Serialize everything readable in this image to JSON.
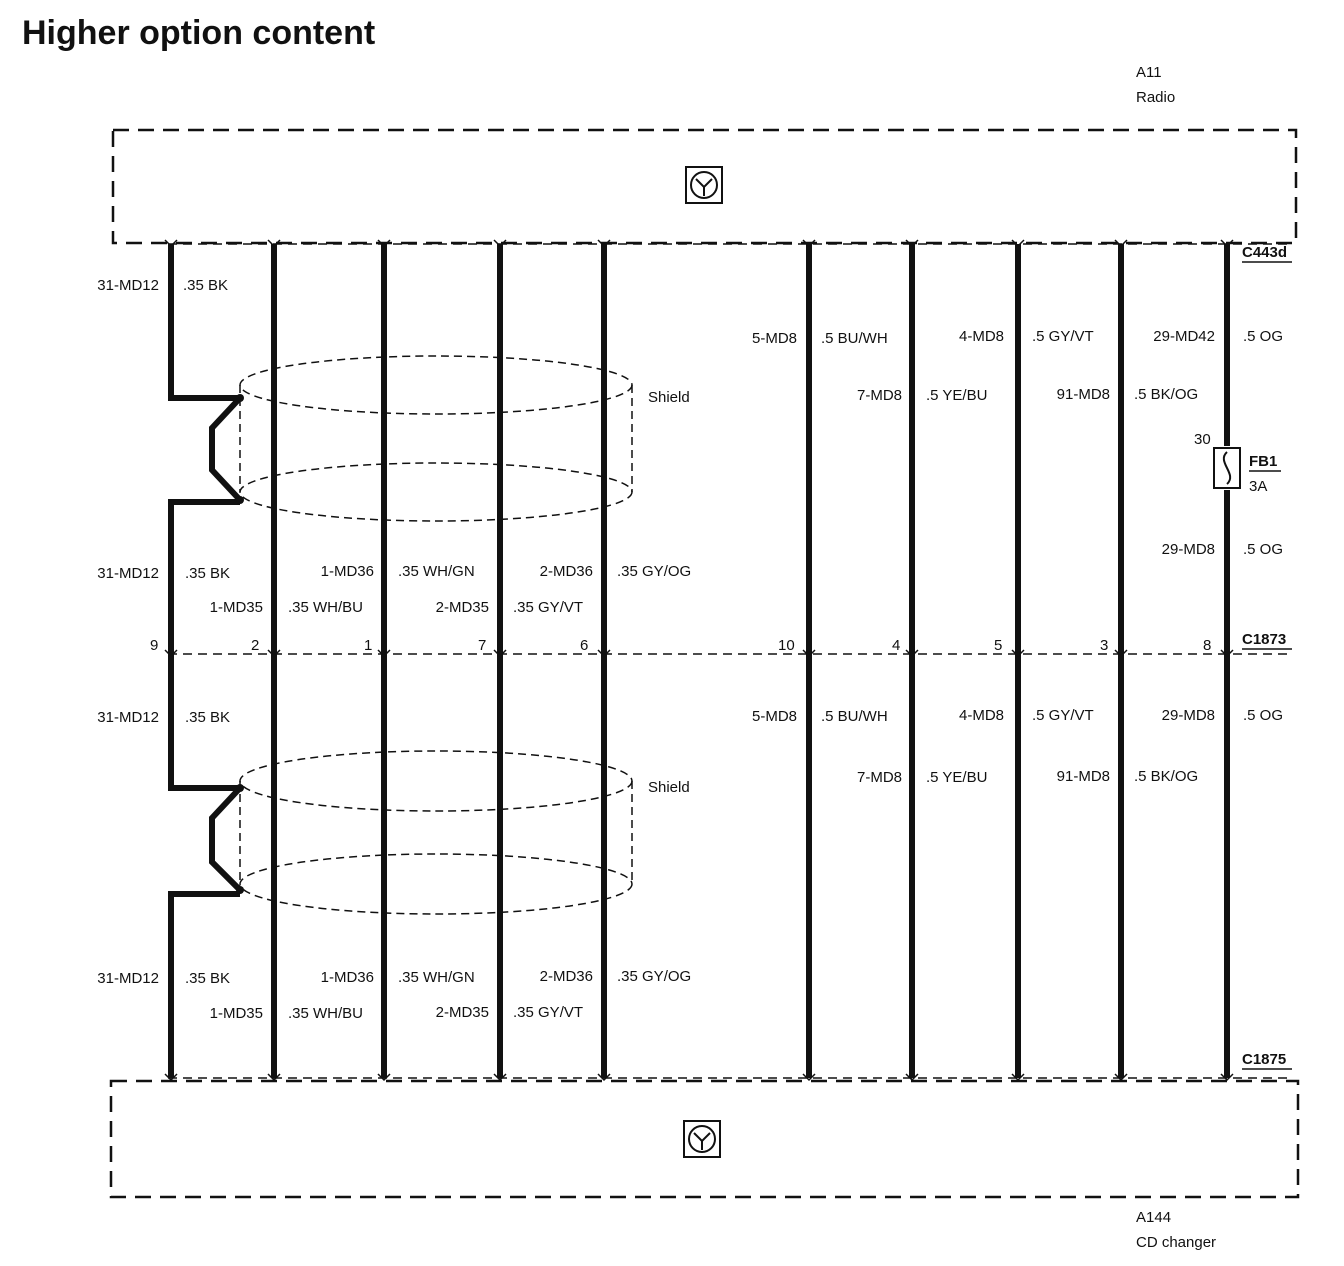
{
  "title": "Higher option content",
  "components": {
    "radio": {
      "id": "A11",
      "name": "Radio"
    },
    "cd_changer": {
      "id": "A144",
      "name": "CD changer"
    }
  },
  "connectors": {
    "top": "C443d",
    "middle": "C1873",
    "bottom": "C1875"
  },
  "fuse": {
    "pin": "30",
    "id": "FB1",
    "rating": "3A"
  },
  "shield_label": "Shield",
  "pins": [
    "9",
    "2",
    "1",
    "7",
    "6",
    "10",
    "4",
    "5",
    "3",
    "8"
  ],
  "upper_labels": {
    "c1": "31-MD12",
    "c2": ".35 BK",
    "c3": "31-MD12",
    "c4": ".35 BK",
    "c5": "1-MD35",
    "c6": ".35 WH/BU",
    "c7": "1-MD36",
    "c8": ".35 WH/GN",
    "c9": "2-MD35",
    "c10": ".35 GY/VT",
    "c11": "2-MD36",
    "c12": ".35 GY/OG",
    "c13": "5-MD8",
    "c14": ".5 BU/WH",
    "c15": "7-MD8",
    "c16": ".5 YE/BU",
    "c17": "4-MD8",
    "c18": ".5 GY/VT",
    "c19": "91-MD8",
    "c20": ".5 BK/OG",
    "c21": "29-MD42",
    "c22": ".5 OG",
    "c23": "29-MD8",
    "c24": ".5 OG"
  },
  "lower_labels": {
    "c1": "31-MD12",
    "c2": ".35 BK",
    "c3": "31-MD12",
    "c4": ".35 BK",
    "c5": "1-MD35",
    "c6": ".35 WH/BU",
    "c7": "1-MD36",
    "c8": ".35 WH/GN",
    "c9": "2-MD35",
    "c10": ".35 GY/VT",
    "c11": "2-MD36",
    "c12": ".35 GY/OG",
    "c13": "5-MD8",
    "c14": ".5 BU/WH",
    "c15": "7-MD8",
    "c16": ".5 YE/BU",
    "c17": "4-MD8",
    "c18": ".5 GY/VT",
    "c19": "91-MD8",
    "c20": ".5 BK/OG",
    "c21": "29-MD8",
    "c22": ".5 OG"
  }
}
